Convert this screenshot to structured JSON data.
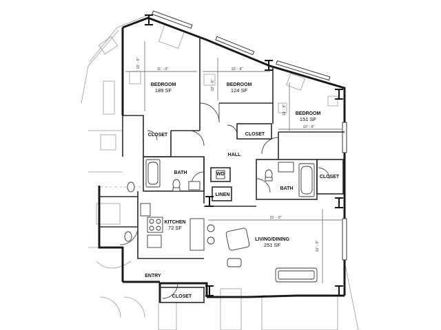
{
  "rooms": {
    "bedroom1": {
      "label": "BEDROOM",
      "area": "189 SF",
      "width_dim": "11' - 0\"",
      "depth_dim": "15' - 6\""
    },
    "bedroom2": {
      "label": "BEDROOM",
      "area": "124 SF",
      "width_dim": "10' - 8\"",
      "depth_dim": "12' - 0\""
    },
    "bedroom3": {
      "label": "BEDROOM",
      "area": "151 SF",
      "width_dim": "10' - 8\"",
      "depth_dim": "13' - 8\""
    },
    "closet1": {
      "label": "CLOSET"
    },
    "closet2": {
      "label": "CLOSET"
    },
    "closet3": {
      "label": "CLOSET"
    },
    "closet4": {
      "label": "CLOSET"
    },
    "hall": {
      "label": "HALL"
    },
    "bath1": {
      "label": "BATH"
    },
    "bath2": {
      "label": "BATH"
    },
    "wd": {
      "label": "WD"
    },
    "linen": {
      "label": "LINEN"
    },
    "kitchen": {
      "label": "KITCHEN",
      "area": "72 SF"
    },
    "living": {
      "label": "LIVING/DINING",
      "area": "251 SF",
      "width_dim": "21' - 0\"",
      "depth_dim": "12' - 0\""
    },
    "entry": {
      "label": "ENTRY"
    }
  }
}
